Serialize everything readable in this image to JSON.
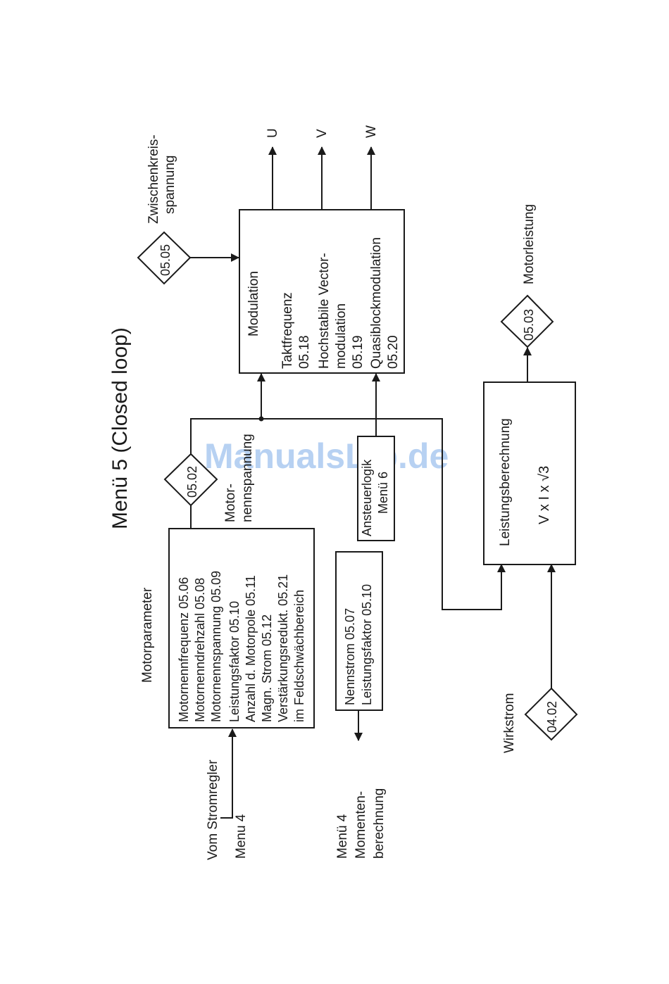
{
  "title": "Menü 5 (Closed loop)",
  "watermark": "ManualsLib.de",
  "motor_params": {
    "heading": "Motorparameter",
    "lines": [
      "Motornennfrequenz    05.06",
      "Motornenndrehzahl    05.08",
      "Motornennspannung 05.09",
      "Leistungsfaktor       05.10",
      "Anzahl d. Motorpole  05.11",
      "Magn. Strom           05.12",
      "Verstärkungsredukt.  05.21",
      "im Feldschwächbereich"
    ]
  },
  "source_left": [
    "Vom Stromregler",
    "Menu 4"
  ],
  "current_box": {
    "lines": [
      "Nennstrom          05.07",
      "Leistungsfaktor 05.10"
    ]
  },
  "torque_dest": [
    "Menü 4",
    "Momenten-",
    "berechnung"
  ],
  "param_0502": {
    "code": "05.02",
    "label": [
      "Motor-",
      "nennspannung"
    ]
  },
  "control_logic": [
    "Ansteuerlogik",
    "Menü 6"
  ],
  "modulation": {
    "title": "Modulation",
    "lines": [
      "Taktfrequenz",
      "05.18",
      "Hochstabile Vector-",
      "modulation",
      "05.19",
      "Quasiblockmodulation",
      "05.20"
    ]
  },
  "param_0505": {
    "code": "05.05",
    "label": [
      "Zwischenkreis-",
      "spannung"
    ]
  },
  "outputs": [
    "U",
    "V",
    "W"
  ],
  "power_calc": {
    "title": "Leistungsberechnung",
    "formula": "V  x  I  x  √3"
  },
  "param_0503": {
    "code": "05.03",
    "label": "Motorleistung"
  },
  "param_0402": {
    "code": "04.02",
    "label": "Wirkstrom"
  }
}
